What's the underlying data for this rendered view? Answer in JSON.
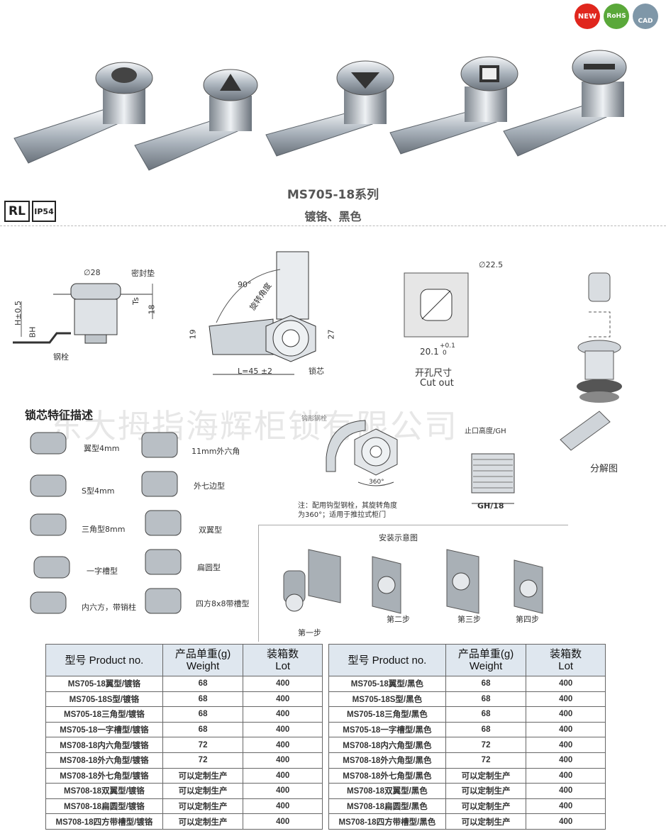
{
  "badges": {
    "new": "NEW",
    "rohs": "RoHS",
    "cad": "CAD"
  },
  "header": {
    "title": "MS705-18系列",
    "subtitle": "镀铬、黑色"
  },
  "certs": {
    "rl": "RL",
    "ip": "IP54"
  },
  "drawings": {
    "left": {
      "dia": "∅28",
      "seal": "密封垫",
      "h": "H±0.5",
      "bh": "BH",
      "ts": "Ts",
      "n18": "18",
      "bolt": "钢栓"
    },
    "middle": {
      "deg": "90°",
      "rot": "旋转角度",
      "n19": "19",
      "n27": "27",
      "len": "L=45 ±2",
      "core": "锁芯"
    },
    "cutout": {
      "dia": "∅22.5",
      "w": "20.1",
      "tol_top": "+0.1",
      "tol_bot": "0",
      "cn": "开孔尺寸",
      "en": "Cut out"
    },
    "explode": "分解图"
  },
  "features": {
    "heading": "锁芯特征描述",
    "left": [
      "翼型4mm",
      "S型4mm",
      "三角型8mm",
      "一字槽型",
      "内六方，带销柱"
    ],
    "right": [
      "11mm外六角",
      "外七边型",
      "双翼型",
      "扁圆型",
      "四方8x8带槽型"
    ]
  },
  "hook": {
    "label": "钩形钢栓",
    "deg": "360°",
    "note1": "注：配用钩型钢栓，其旋转角度",
    "note2": "为360°；适用于推拉式柜门"
  },
  "thread": {
    "label": "止口高度/GH",
    "dim": "GH/18"
  },
  "install": {
    "title": "安装示意图",
    "steps": [
      "第一步",
      "第二步",
      "第三步",
      "第四步"
    ]
  },
  "watermark": "东大拇指海辉柜锁有限公司",
  "table_headers": {
    "model": "型号 Product no.",
    "weight_cn": "产品单重(g)",
    "weight_en": "Weight",
    "lot_cn": "装箱数",
    "lot_en": "Lot"
  },
  "table_left": [
    {
      "model": "MS705-18翼型/镀铬",
      "weight": "68",
      "lot": "400"
    },
    {
      "model": "MS705-18S型/镀铬",
      "weight": "68",
      "lot": "400"
    },
    {
      "model": "MS705-18三角型/镀铬",
      "weight": "68",
      "lot": "400"
    },
    {
      "model": "MS705-18一字槽型/镀铬",
      "weight": "68",
      "lot": "400"
    },
    {
      "model": "MS708-18内六角型/镀铬",
      "weight": "72",
      "lot": "400"
    },
    {
      "model": "MS708-18外六角型/镀铬",
      "weight": "72",
      "lot": "400"
    },
    {
      "model": "MS708-18外七角型/镀铬",
      "weight": "可以定制生产",
      "lot": "400"
    },
    {
      "model": "MS708-18双翼型/镀铬",
      "weight": "可以定制生产",
      "lot": "400"
    },
    {
      "model": "MS708-18扁圆型/镀铬",
      "weight": "可以定制生产",
      "lot": "400"
    },
    {
      "model": "MS708-18四方带槽型/镀铬",
      "weight": "可以定制生产",
      "lot": "400"
    }
  ],
  "table_right": [
    {
      "model": "MS705-18翼型/黑色",
      "weight": "68",
      "lot": "400"
    },
    {
      "model": "MS705-18S型/黑色",
      "weight": "68",
      "lot": "400"
    },
    {
      "model": "MS705-18三角型/黑色",
      "weight": "68",
      "lot": "400"
    },
    {
      "model": "MS705-18一字槽型/黑色",
      "weight": "68",
      "lot": "400"
    },
    {
      "model": "MS708-18内六角型/黑色",
      "weight": "72",
      "lot": "400"
    },
    {
      "model": "MS708-18外六角型/黑色",
      "weight": "72",
      "lot": "400"
    },
    {
      "model": "MS708-18外七角型/黑色",
      "weight": "可以定制生产",
      "lot": "400"
    },
    {
      "model": "MS708-18双翼型/黑色",
      "weight": "可以定制生产",
      "lot": "400"
    },
    {
      "model": "MS708-18扁圆型/黑色",
      "weight": "可以定制生产",
      "lot": "400"
    },
    {
      "model": "MS708-18四方带槽型/黑色",
      "weight": "可以定制生产",
      "lot": "400"
    }
  ]
}
